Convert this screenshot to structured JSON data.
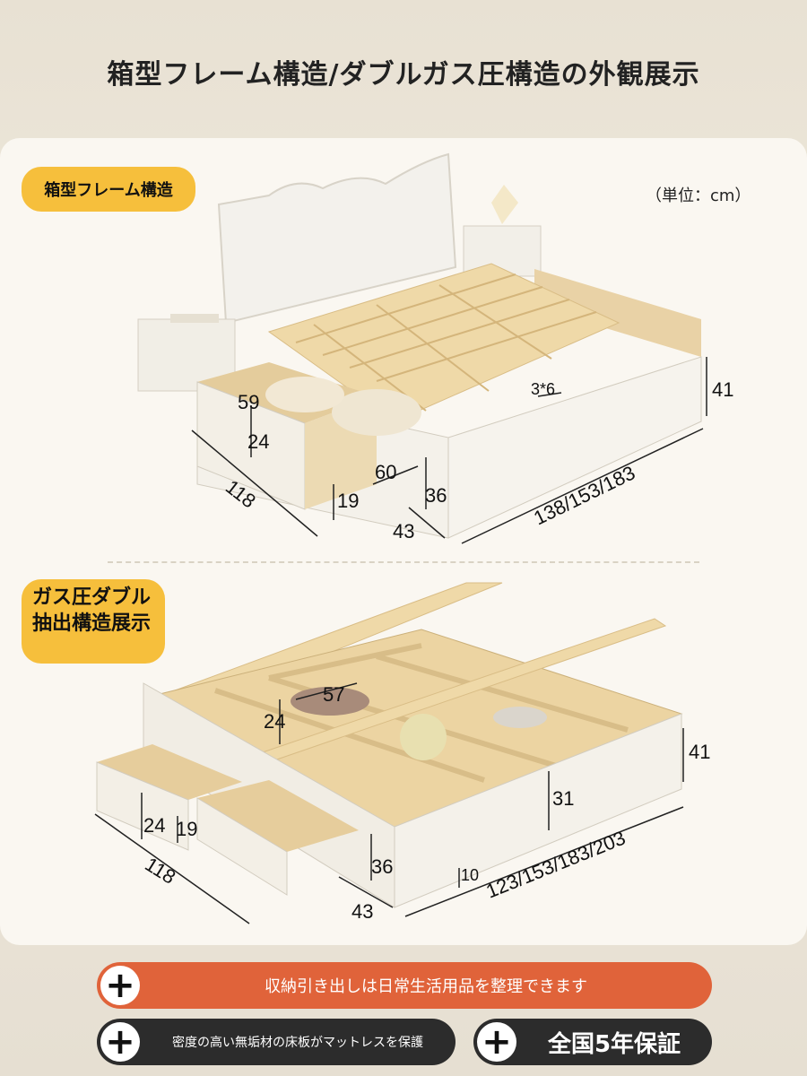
{
  "title": "箱型フレーム構造/ダブルガス圧構造の外観展示",
  "section1": {
    "label": "箱型フレーム構造",
    "unit": "（単位：cm）",
    "dims": {
      "drawer_depth": "59",
      "drawer_height": "24",
      "drawer_width": "60",
      "drawer_inner_height": "19",
      "side_height": "36",
      "bed_length": "118",
      "side_depth": "43",
      "bed_widths": "138/153/183",
      "leg_height": "41",
      "slat": "3*6"
    }
  },
  "section2": {
    "label": "ガス圧ダブル抽出構造展示",
    "dims": {
      "compartment_width": "57",
      "compartment_height": "24",
      "leg_height": "41",
      "drawer_outer_height": "24",
      "drawer_inner_height": "19",
      "inner_height": "31",
      "bed_length": "118",
      "side_height": "36",
      "clearance": "10",
      "side_depth": "43",
      "bed_widths": "123/153/183/203"
    }
  },
  "features": [
    {
      "text": "収納引き出しは日常生活用品を整理できます",
      "icon": "plus-icon",
      "color": "#e0633a"
    },
    {
      "text": "密度の高い無垢材の床板がマットレスを保護",
      "icon": "plus-icon",
      "color": "#2c2c2c"
    },
    {
      "text": "全国5年保証",
      "icon": "plus-icon",
      "color": "#2c2c2c"
    }
  ]
}
